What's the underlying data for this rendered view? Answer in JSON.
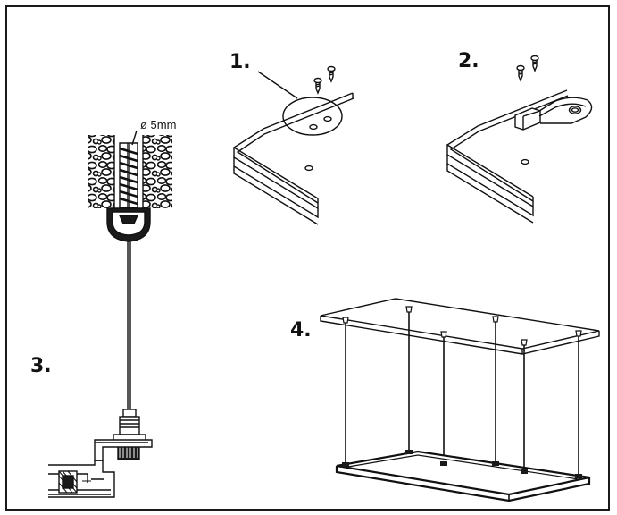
{
  "steps": [
    {
      "label": "1."
    },
    {
      "label": "2."
    },
    {
      "label": "3."
    },
    {
      "label": "4."
    }
  ],
  "annotation": {
    "hole_diameter": "ø 5mm"
  },
  "colors": {
    "ink": "#1a1a1a",
    "background": "#ffffff"
  }
}
